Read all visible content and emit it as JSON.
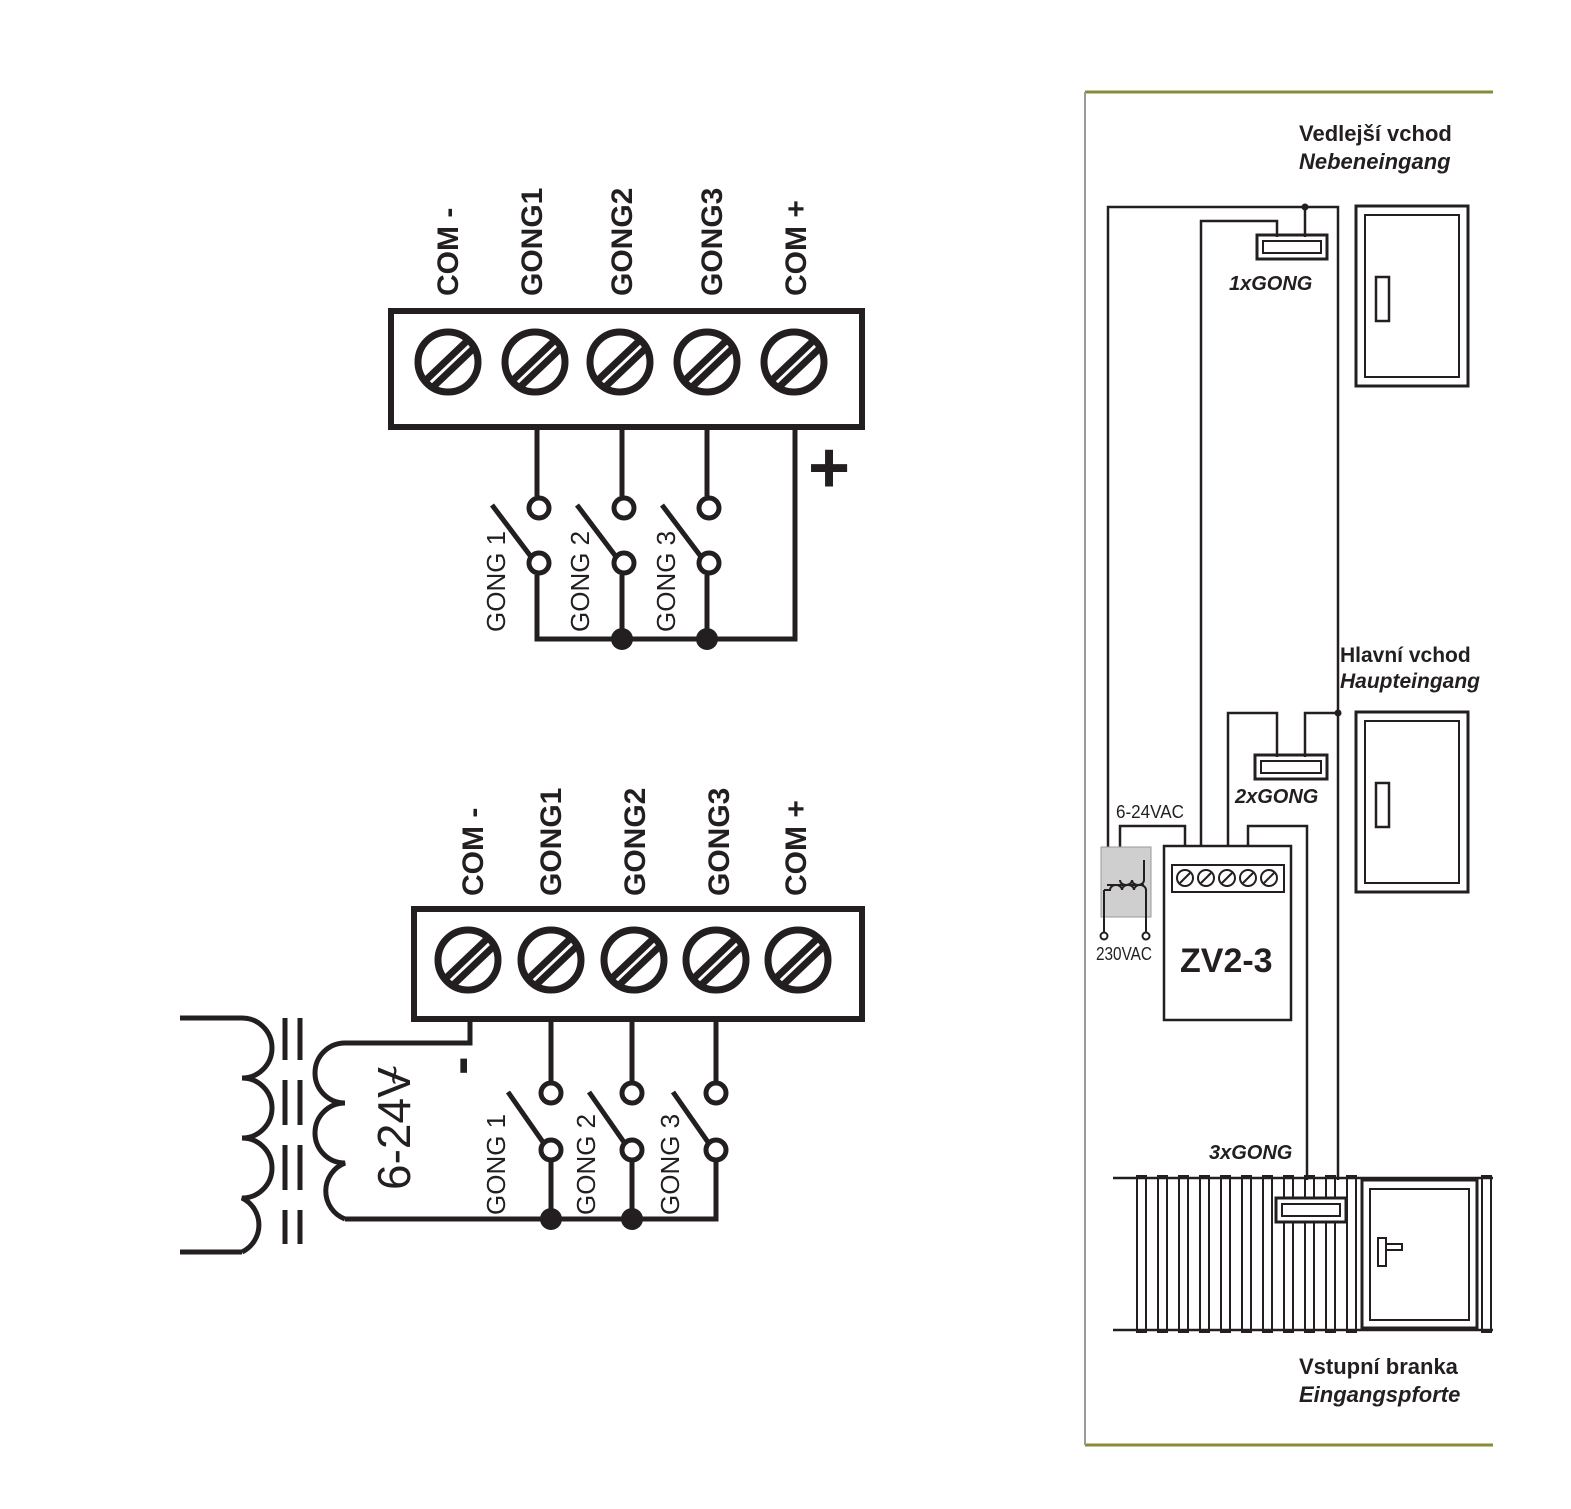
{
  "top_block": {
    "terminals": [
      "COM -",
      "GONG1",
      "GONG2",
      "GONG3",
      "COM +"
    ],
    "switches": [
      "GONG 1",
      "GONG 2",
      "GONG 3"
    ],
    "polarity": "+"
  },
  "bottom_block": {
    "terminals": [
      "COM -",
      "GONG1",
      "GONG2",
      "GONG3",
      "COM +"
    ],
    "switches": [
      "GONG 1",
      "GONG 2",
      "GONG 3"
    ],
    "polarity": "-",
    "voltage": "6-24V",
    "ac_symbol": "~"
  },
  "installation": {
    "side_entrance": {
      "cz": "Vedlejší vchod",
      "de": "Nebeneingang"
    },
    "main_entrance": {
      "cz": "Hlavní vchod",
      "de": "Haupteingang"
    },
    "gate": {
      "cz": "Vstupní branka",
      "de": "Eingangspforte"
    },
    "gong1": "1xGONG",
    "gong2": "2xGONG",
    "gong3": "3xGONG",
    "supply_low": "6-24VAC",
    "supply_mains": "230VAC",
    "device": "ZV2-3"
  },
  "colors": {
    "ink": "#231f20",
    "panel_border": "#8a8a3a",
    "transformer_fill": "#cfcfcf"
  }
}
